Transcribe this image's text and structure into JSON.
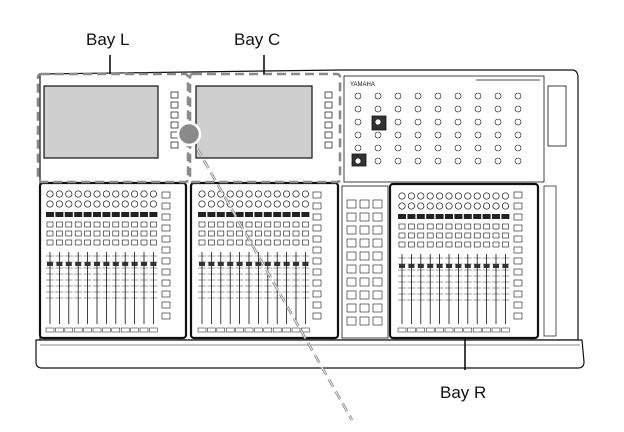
{
  "labels": {
    "bay_l": "Bay L",
    "bay_c": "Bay C",
    "bay_r": "Bay R"
  },
  "brand_text": "YAMAHA",
  "colors": {
    "line": "#111111",
    "dashed_callout": "#8a8a8a",
    "screen_fill": "#cfcfcf",
    "panel_fill": "#ffffff"
  }
}
